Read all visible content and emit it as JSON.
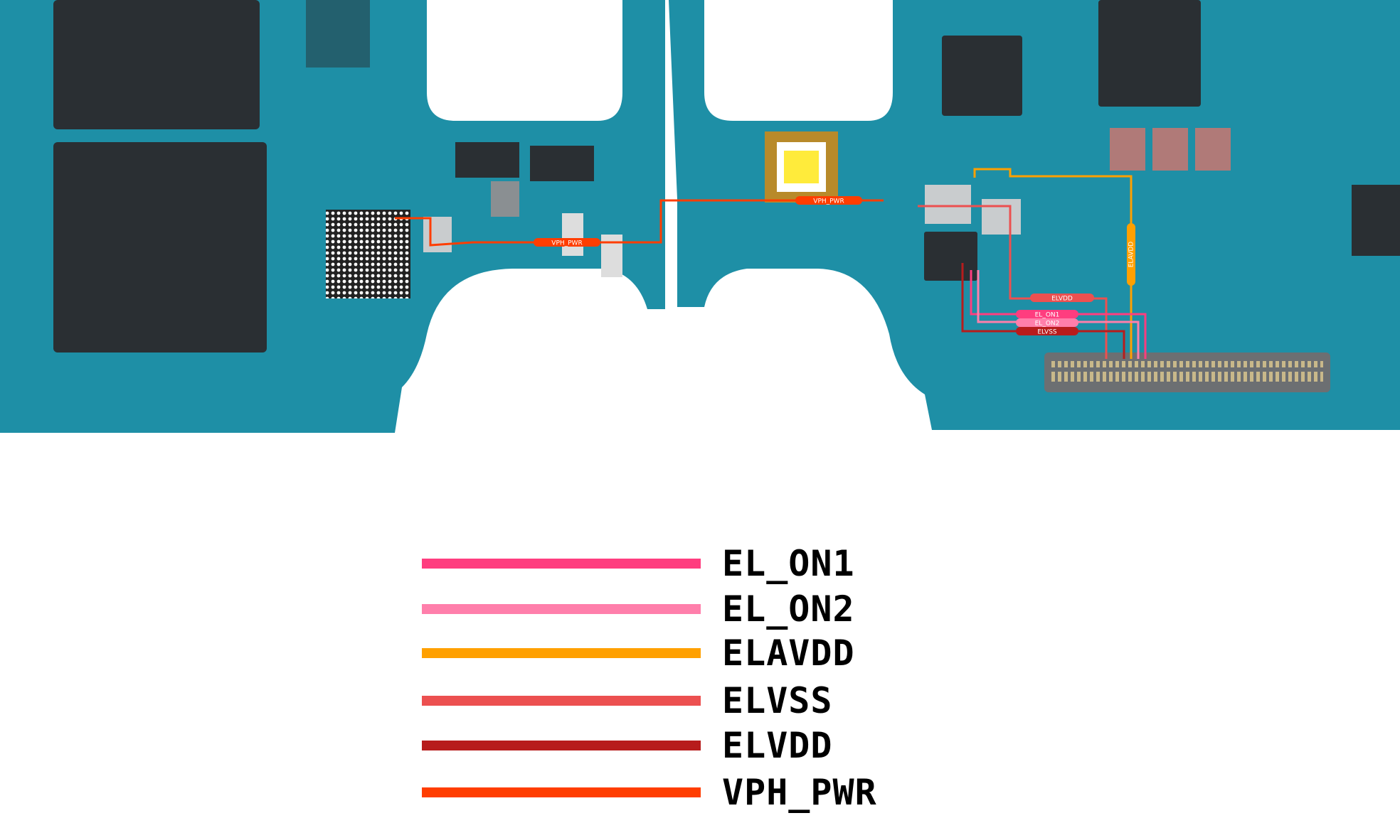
{
  "board": {
    "trace_labels": {
      "vph_pwr_left": "VPH_PWR",
      "vph_pwr_right": "VPH_PWR",
      "elvdd": "ELVDD",
      "el_on1": "EL_ON1",
      "el_on2": "EL_ON2",
      "elvss": "ELVSS",
      "elavdd": "ELAVDD"
    }
  },
  "legend": {
    "items": [
      {
        "label": "EL_ON1",
        "color": "#ff3d7f"
      },
      {
        "label": "EL_ON2",
        "color": "#ff7fab"
      },
      {
        "label": "ELAVDD",
        "color": "#ffa000"
      },
      {
        "label": "ELVSS",
        "color": "#ec5050"
      },
      {
        "label": "ELVDD",
        "color": "#b71c1c"
      },
      {
        "label": "VPH_PWR",
        "color": "#ff3d00"
      }
    ]
  }
}
